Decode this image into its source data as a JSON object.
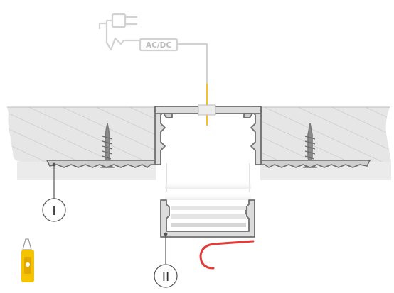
{
  "labels": {
    "adapter": "AC/DC",
    "part_one": "I",
    "part_two": "II"
  },
  "colors": {
    "background": "#ffffff",
    "wall_fill": "#e6e6e6",
    "wall_hatch": "#c4c4c4",
    "profile_stroke": "#6e6e6e",
    "profile_fill": "#dcdcdc",
    "wire_gray": "#d2d2d2",
    "wire_yellow": "#f2c230",
    "cable_red": "#e53a3a",
    "tool_yellow": "#f5c400",
    "callout": "#555555"
  },
  "icons": [
    "power-plug-icon",
    "utility-knife-icon",
    "screw-icon"
  ]
}
